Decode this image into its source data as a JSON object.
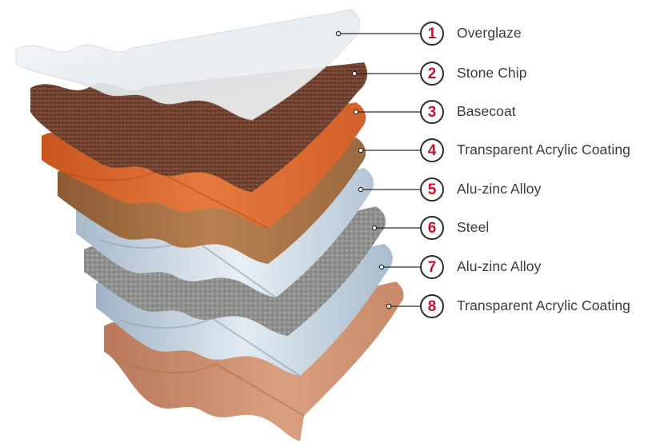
{
  "diagram": {
    "layers": [
      {
        "number": "1",
        "name": "Overglaze",
        "color": "#eef1f4"
      },
      {
        "number": "2",
        "name": "Stone Chip",
        "color": "#7a4a36"
      },
      {
        "number": "3",
        "name": "Basecoat",
        "color": "#d8682e"
      },
      {
        "number": "4",
        "name": "Transparent Acrylic Coating",
        "color": "#a8703f"
      },
      {
        "number": "5",
        "name": "Alu-zinc Alloy",
        "color": "#c4d2de"
      },
      {
        "number": "6",
        "name": "Steel",
        "color": "#9a9a98"
      },
      {
        "number": "7",
        "name": "Alu-zinc Alloy",
        "color": "#c8d6e2"
      },
      {
        "number": "8",
        "name": "Transparent Acrylic Coating",
        "color": "#d49a7a"
      }
    ],
    "badge_color": "#c8102e",
    "outline_color": "#2b2b2b"
  }
}
